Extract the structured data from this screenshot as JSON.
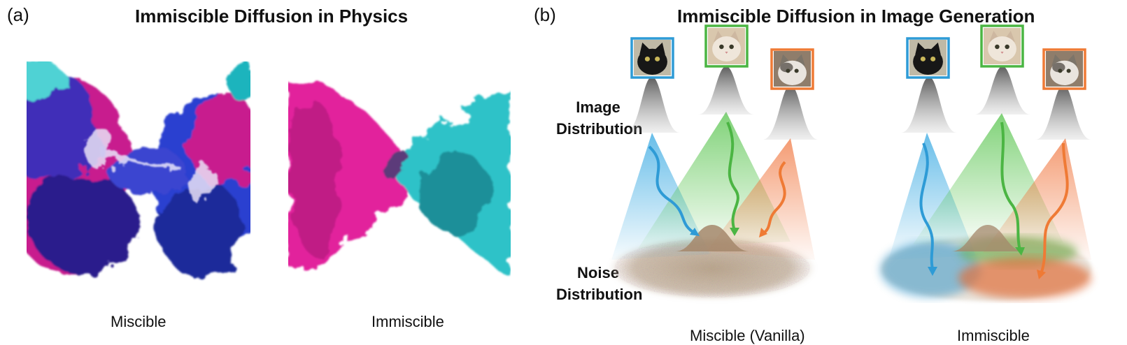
{
  "panel_a": {
    "label": "(a)",
    "title": "Immiscible Diffusion in Physics",
    "left_caption": "Miscible",
    "right_caption": "Immiscible"
  },
  "panel_b": {
    "label": "(b)",
    "title": "Immiscible Diffusion in Image Generation",
    "image_dist_line1": "Image",
    "image_dist_line2": "Distribution",
    "noise_dist_line1": "Noise",
    "noise_dist_line2": "Distribution",
    "left_caption": "Miscible (Vanilla)",
    "right_caption": "Immiscible",
    "frame_colors": {
      "blue": "#2e9bd6",
      "green": "#4bb543",
      "orange": "#ef7a35"
    }
  },
  "colors": {
    "magenta": "#e0249a",
    "cyan": "#27b8c4",
    "indigo": "#3c2aa5"
  }
}
